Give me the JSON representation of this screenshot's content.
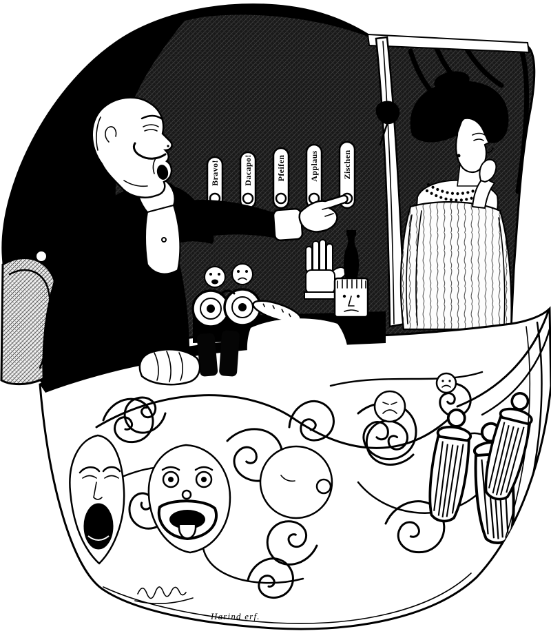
{
  "illustration": {
    "panel": {
      "buttons": [
        {
          "label": "Bravo!"
        },
        {
          "label": "Dacapo!"
        },
        {
          "label": "Pfeifen"
        },
        {
          "label": "Applaus"
        },
        {
          "label": "Zischen"
        }
      ],
      "pressed_label": "Zischen"
    },
    "signature": "Harind erf."
  },
  "colors": {
    "ink": "#000000",
    "paper": "#ffffff"
  }
}
